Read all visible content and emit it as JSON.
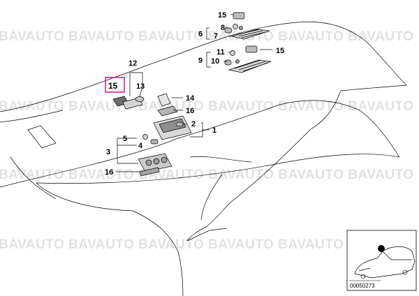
{
  "watermark": {
    "text": "BAVAUTO BAVAUTO BAVAUTO BAVAUTO BAVAUTO BAVAUTO"
  },
  "highlight": {
    "label": "15",
    "color": "#e0218a"
  },
  "labels": {
    "l15_top": "15",
    "l8": "8",
    "l6": "6",
    "l7": "7",
    "l11": "11",
    "l9": "9",
    "l10": "10",
    "l15_right": "15",
    "l12": "12",
    "l13": "13",
    "l14": "14",
    "l16_top": "16",
    "l2": "2",
    "l1": "1",
    "l5": "5",
    "l4": "4",
    "l3": "3",
    "l16_bottom": "16"
  },
  "thumbnail": {
    "code": "00050273"
  }
}
